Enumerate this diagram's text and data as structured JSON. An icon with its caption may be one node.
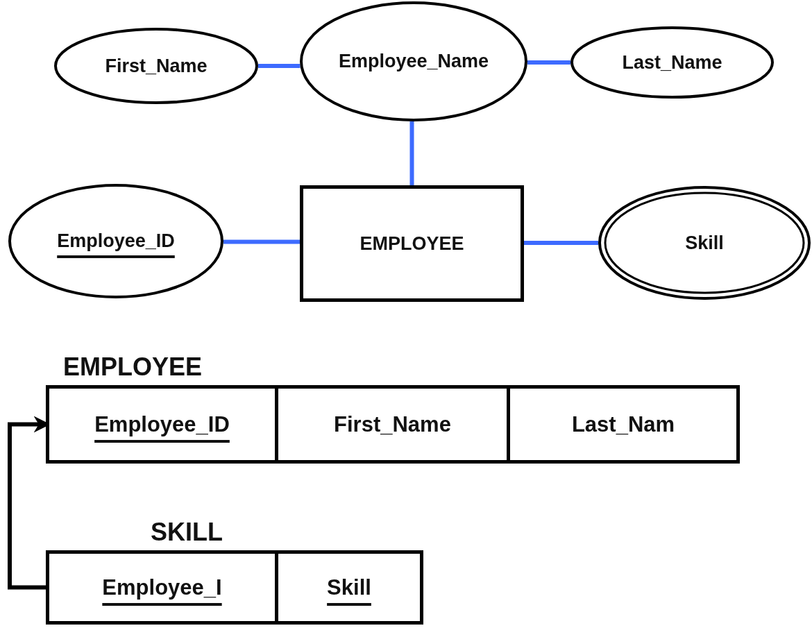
{
  "diagram": {
    "nodes": [
      {
        "text": [
          "First_Name"
        ]
      },
      {
        "text": [
          "Employee_Name"
        ]
      },
      {
        "text": [
          "Last_Name"
        ]
      },
      {
        "text": [
          "Employee_ID"
        ]
      },
      {
        "text": [
          "EMPLOYEE"
        ]
      },
      {
        "text": [
          "Skill"
        ]
      },
      {
        "text": [
          "EMPLOYEE"
        ]
      },
      {
        "text": [
          "Employee_ID"
        ],
        "in": 6
      },
      {
        "text": [
          "First_Name"
        ],
        "in": 6
      },
      {
        "text": [
          "Last_Nam"
        ],
        "in": 6
      },
      {
        "text": [
          "SKILL"
        ]
      },
      {
        "text": [
          "Employee_I"
        ],
        "in": 10
      },
      {
        "text": [
          "Skill"
        ],
        "in": 10
      }
    ],
    "edges": [
      {
        "from": 0,
        "to": 1,
        "arrow": "none"
      },
      {
        "from": 1,
        "to": 2,
        "arrow": "none"
      },
      {
        "from": 1,
        "to": 4,
        "arrow": "none"
      },
      {
        "from": 3,
        "to": 4,
        "arrow": "none"
      },
      {
        "from": 4,
        "to": 5,
        "arrow": "none"
      },
      {
        "from": 10,
        "to": 6,
        "arrow": "to",
        "color": "#000000"
      }
    ]
  }
}
